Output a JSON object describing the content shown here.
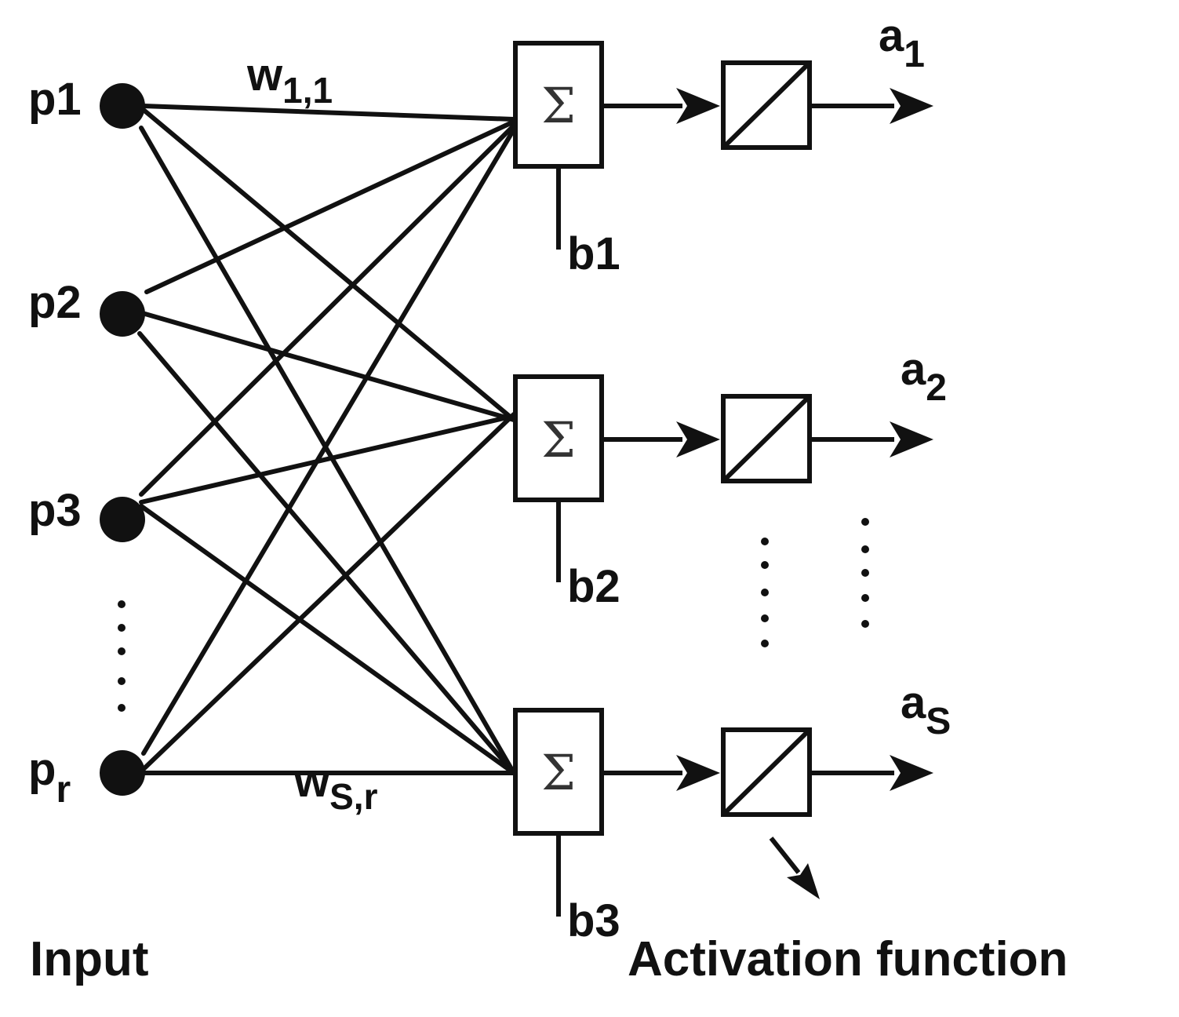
{
  "inputs": [
    {
      "base": "p1",
      "sub": ""
    },
    {
      "base": "p2",
      "sub": ""
    },
    {
      "base": "p3",
      "sub": ""
    },
    {
      "base": "p",
      "sub": "r"
    }
  ],
  "summation_symbol": "Σ",
  "biases": [
    "b1",
    "b2",
    "b3"
  ],
  "outputs": [
    {
      "base": "a",
      "sub": "1"
    },
    {
      "base": "a",
      "sub": "2"
    },
    {
      "base": "a",
      "sub": "S"
    }
  ],
  "weights": {
    "first": {
      "base": "w",
      "sub": "1,1"
    },
    "last": {
      "base": "w",
      "sub": "S,r"
    }
  },
  "captions": {
    "input": "Input",
    "activation": "Activation function"
  },
  "colors": {
    "ink": "#111111",
    "sigma": "#333333"
  }
}
